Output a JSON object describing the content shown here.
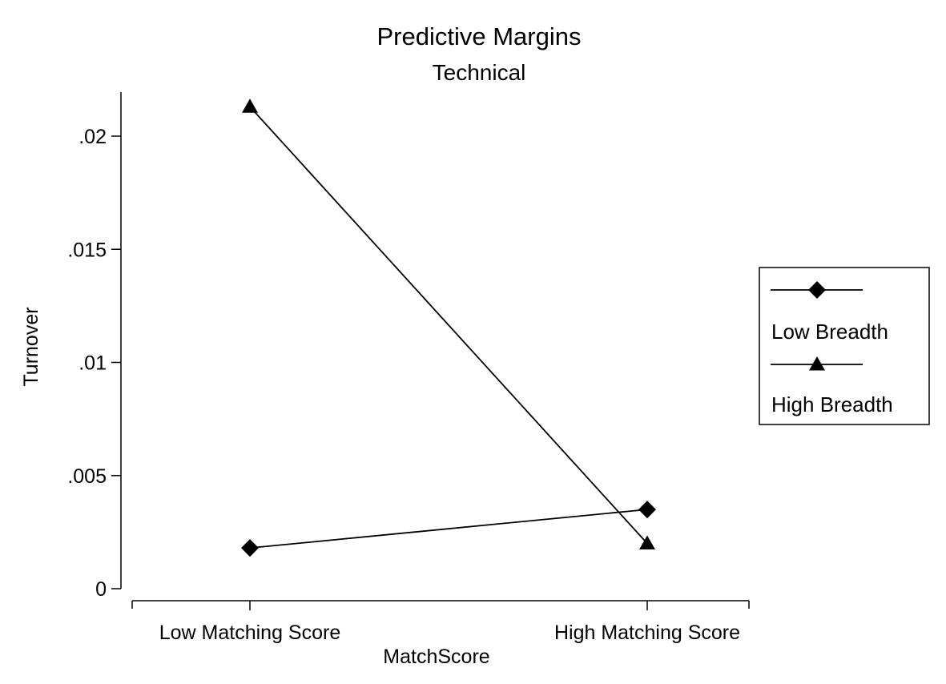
{
  "chart_data": {
    "type": "line",
    "title": "Predictive Margins",
    "subtitle": "Technical",
    "xlabel": "MatchScore",
    "ylabel": "Turnover",
    "categories": [
      "Low Matching Score",
      "High Matching Score"
    ],
    "ylim": [
      0,
      0.0215
    ],
    "yticks": [
      0,
      0.005,
      0.01,
      0.015,
      0.02
    ],
    "ytick_labels": [
      "0",
      ".005",
      ".01",
      ".015",
      ".02"
    ],
    "grid": false,
    "legend_position": "right",
    "series": [
      {
        "name": "Low Breadth",
        "marker": "diamond",
        "values": [
          0.0018,
          0.0035
        ]
      },
      {
        "name": "High Breadth",
        "marker": "triangle",
        "values": [
          0.0213,
          0.002
        ]
      }
    ],
    "line_color": "#000000"
  }
}
